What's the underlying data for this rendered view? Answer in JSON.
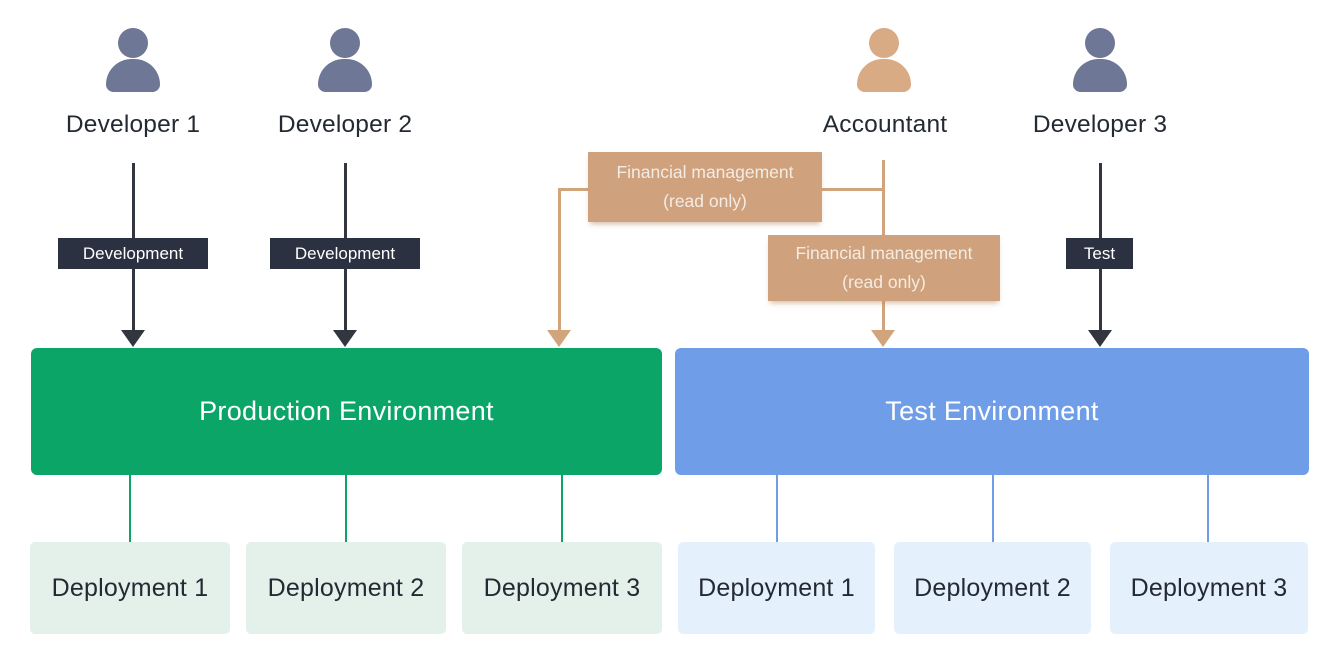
{
  "actors": [
    {
      "label": "Developer 1",
      "role": "developer",
      "permission_badge": "Development"
    },
    {
      "label": "Developer 2",
      "role": "developer",
      "permission_badge": "Development"
    },
    {
      "label": "Accountant",
      "role": "accountant",
      "permission_badge": ""
    },
    {
      "label": "Developer 3",
      "role": "developer",
      "permission_badge": "Test"
    }
  ],
  "accountant_permissions": [
    {
      "line1": "Financial management",
      "line2": "(read only)"
    },
    {
      "line1": "Financial management",
      "line2": "(read only)"
    }
  ],
  "environments": [
    {
      "title": "Production Environment",
      "deployments": [
        "Deployment 1",
        "Deployment 2",
        "Deployment 3"
      ]
    },
    {
      "title": "Test Environment",
      "deployments": [
        "Deployment 1",
        "Deployment 2",
        "Deployment 3"
      ]
    }
  ],
  "colors": {
    "green": "#0ba568",
    "green-light": "#e3f1ea",
    "blue": "#6f9de8",
    "blue-light": "#e4f1fc",
    "tan-icon": "#d8ab85",
    "tan-line": "#d2a47c",
    "tan-badge": "#cfa17c",
    "slate-icon": "#6e7795",
    "badge-dark": "#2b3140",
    "arrow-dark": "#31363f",
    "text-dark": "#242a33"
  }
}
